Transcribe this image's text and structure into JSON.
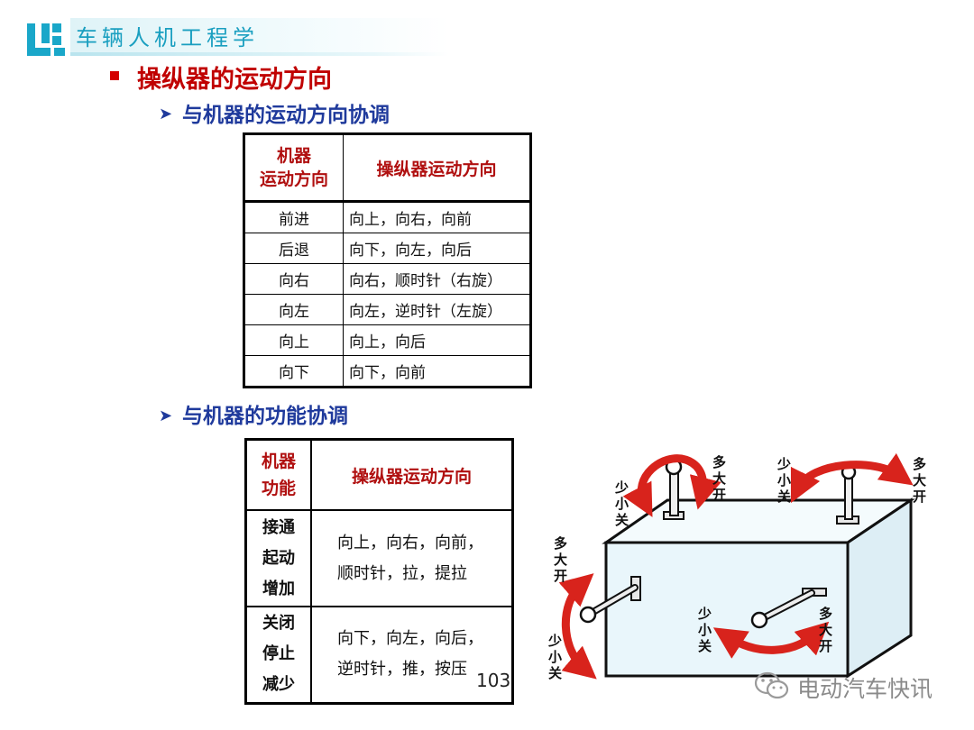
{
  "header": {
    "course_title": "车辆人机工程学"
  },
  "main_heading": "操纵器的运动方向",
  "section1": {
    "heading": "与机器的运动方向协调",
    "table": {
      "col1_line1": "机器",
      "col1_line2": "运动方向",
      "col2": "操纵器运动方向",
      "rows": [
        {
          "machine": "前进",
          "control": "向上，向右，向前"
        },
        {
          "machine": "后退",
          "control": "向下，向左，向后"
        },
        {
          "machine": "向右",
          "control": "向右，顺时针（右旋）"
        },
        {
          "machine": "向左",
          "control": "向左，逆时针（左旋）"
        },
        {
          "machine": "向上",
          "control": "向上，向后"
        },
        {
          "machine": "向下",
          "control": "向下，向前"
        }
      ]
    }
  },
  "section2": {
    "heading": "与机器的功能协调",
    "table": {
      "col1_line1": "机器",
      "col1_line2": "功能",
      "col2": "操纵器运动方向",
      "rows": [
        {
          "func1": "接通",
          "func2": "起动",
          "func3": "增加",
          "ctrl1": "向上，向右，向前，",
          "ctrl2": "顺时针，拉，提拉"
        },
        {
          "func1": "关闭",
          "func2": "停止",
          "func3": "减少",
          "ctrl1": "向下，向左，向后，",
          "ctrl2": "逆时针，推，按压"
        }
      ]
    }
  },
  "illustration": {
    "labels": {
      "more": [
        "多",
        "大",
        "开"
      ],
      "less": [
        "少",
        "小",
        "关"
      ]
    },
    "arrow_color": "#d8231c",
    "box_color": "#e9f6fb"
  },
  "page_number": "103",
  "watermark": "电动汽车快讯",
  "colors": {
    "accent_teal": "#1a9fc0",
    "heading_red": "#c00000",
    "subheading_blue": "#1f3a9c"
  }
}
